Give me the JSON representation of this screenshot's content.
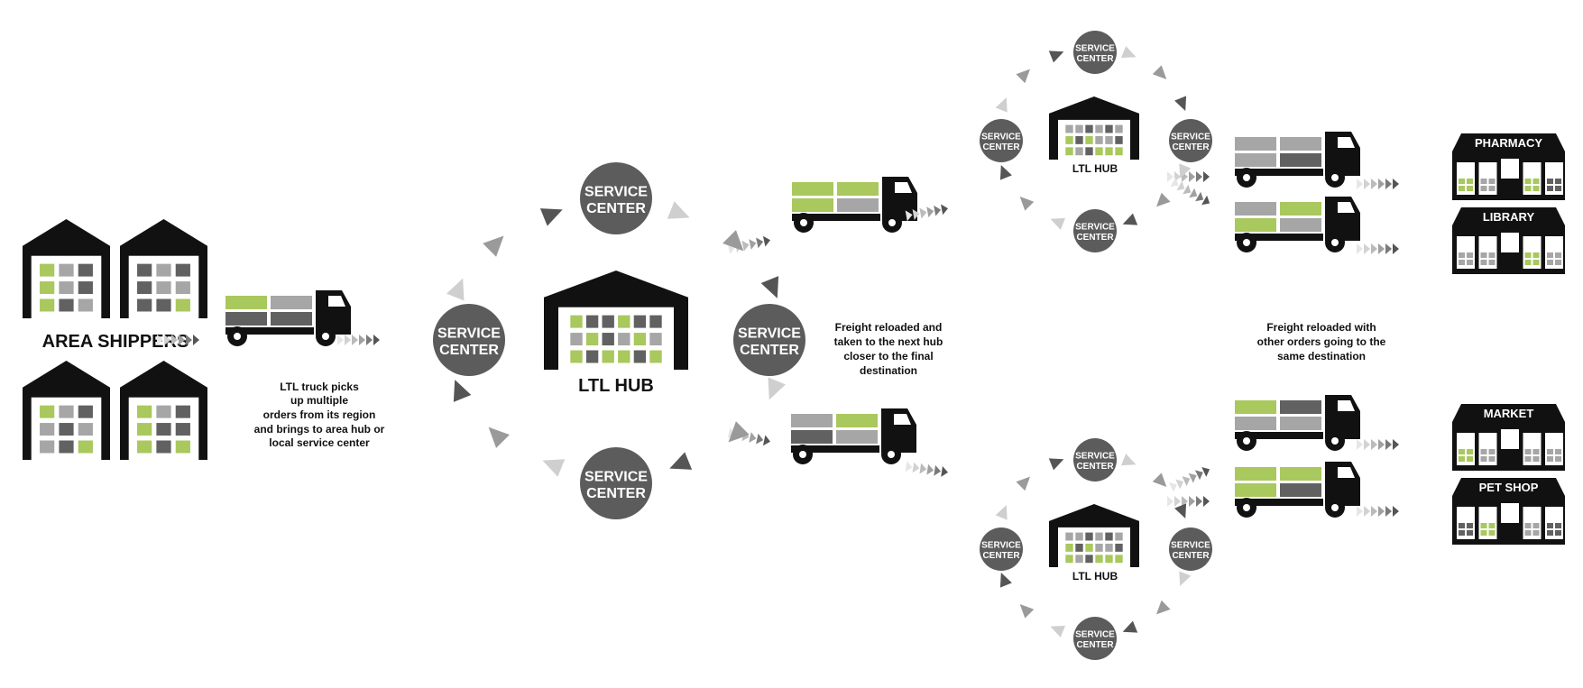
{
  "shippers": {
    "label": "AREA SHIPPERS"
  },
  "hubs": {
    "main": {
      "label": "LTL HUB"
    },
    "upper": {
      "label": "LTL HUB"
    },
    "lower": {
      "label": "LTL HUB"
    }
  },
  "service_center": {
    "line1": "SERVICE",
    "line2": "CENTER"
  },
  "captions": {
    "pickup": [
      "LTL truck picks",
      "up multiple",
      "orders from its region",
      "and brings to area hub or",
      "local service center"
    ],
    "reload_next_hub": [
      "Freight reloaded and",
      "taken to the next hub",
      "closer to the final",
      "destination"
    ],
    "reload_same_dest": [
      "Freight reloaded with",
      "other orders going to the",
      "same destination"
    ]
  },
  "destinations": [
    {
      "label": "PHARMACY"
    },
    {
      "label": "LIBRARY"
    },
    {
      "label": "MARKET"
    },
    {
      "label": "PET SHOP"
    }
  ],
  "colors": {
    "green": "#a9c85d",
    "black": "#111111",
    "dark_gray": "#616161",
    "mid_gray": "#a6a6a6",
    "light_gray": "#d4d4d4",
    "circle_gray": "#5c5c5c"
  }
}
